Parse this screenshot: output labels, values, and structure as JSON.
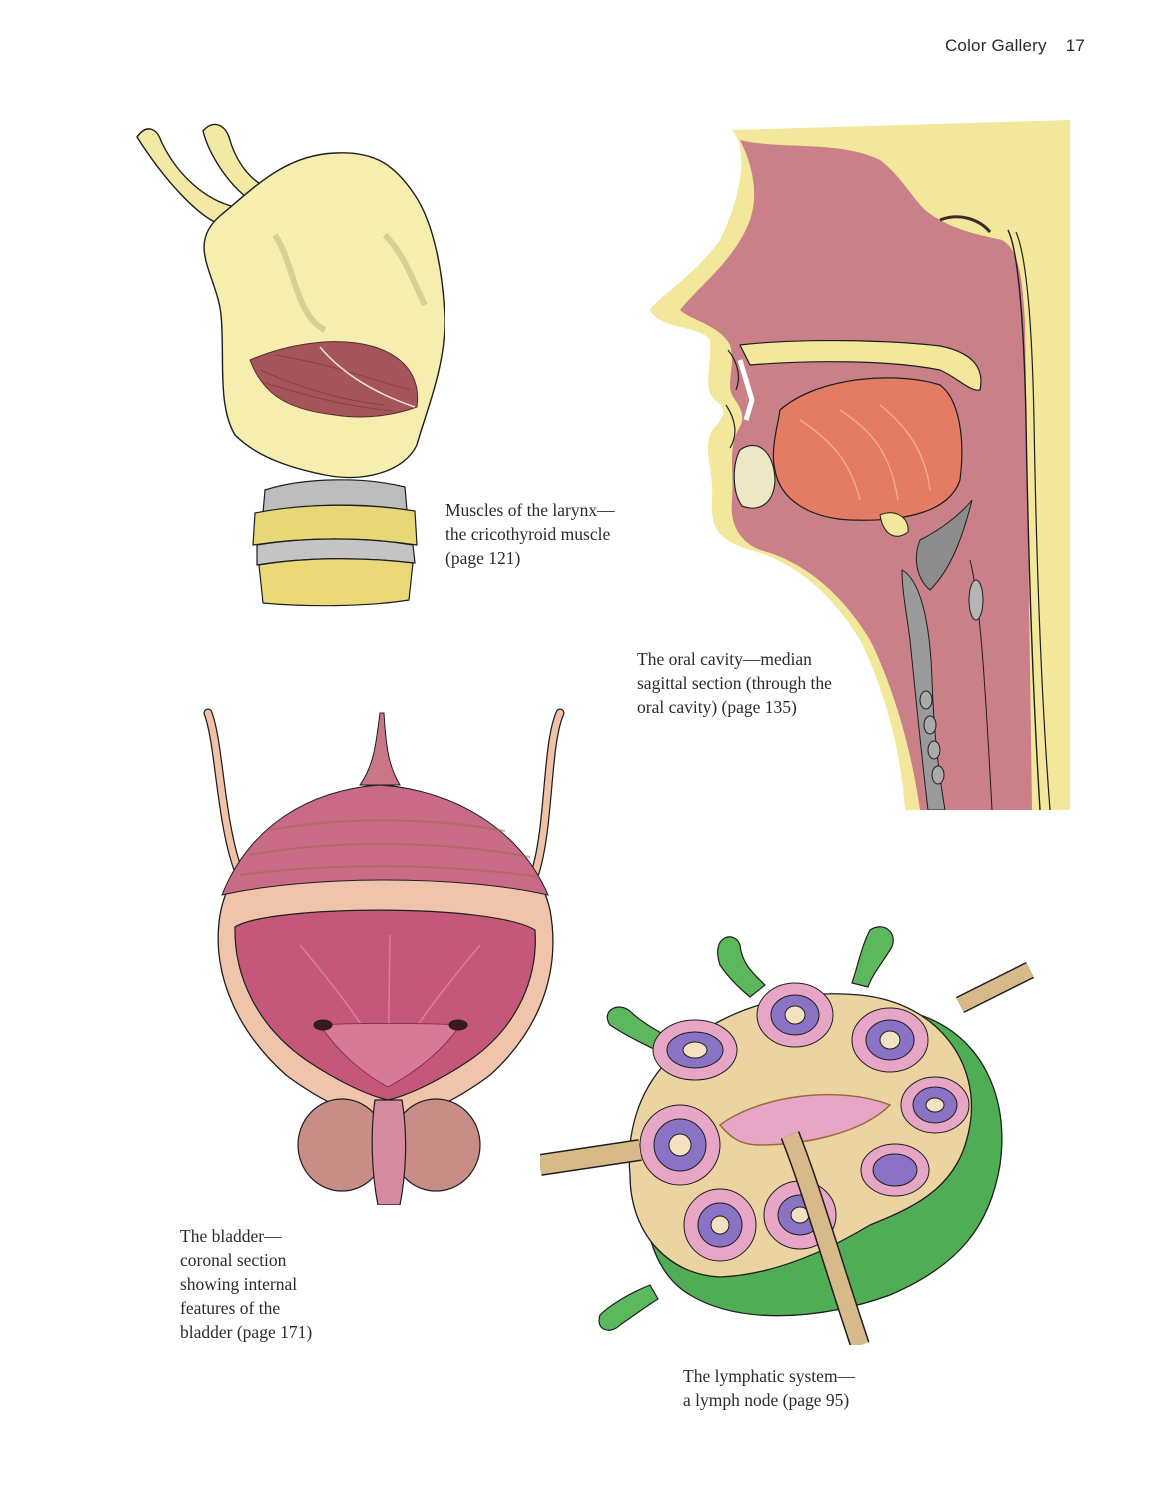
{
  "header": {
    "section_title": "Color Gallery",
    "page_number": "17"
  },
  "figures": [
    {
      "id": "larynx",
      "caption_lines": [
        "Muscles of the larynx—",
        "the cricothyroid muscle",
        "(page 121)"
      ]
    },
    {
      "id": "oral-cavity",
      "caption_lines": [
        "The oral cavity—median",
        "sagittal section (through the",
        "oral cavity) (page 135)"
      ]
    },
    {
      "id": "bladder",
      "caption_lines": [
        "The bladder—",
        "coronal section",
        "showing internal",
        "features of the",
        "bladder (page 171)"
      ]
    },
    {
      "id": "lymph-node",
      "caption_lines": [
        "The lymphatic system—",
        "a lymph node (page 95)"
      ]
    }
  ],
  "colors": {
    "cartilage_yellow": "#f3eba6",
    "muscle_red": "#a0525a",
    "tissue_pink": "#c77a86",
    "tongue_orange": "#e07a62",
    "bladder_pink": "#c85a7c",
    "lymph_green": "#58b25a",
    "lymph_purple": "#8a72c4",
    "lymph_tan": "#e9cf9e",
    "ink": "#1e1e1e"
  }
}
